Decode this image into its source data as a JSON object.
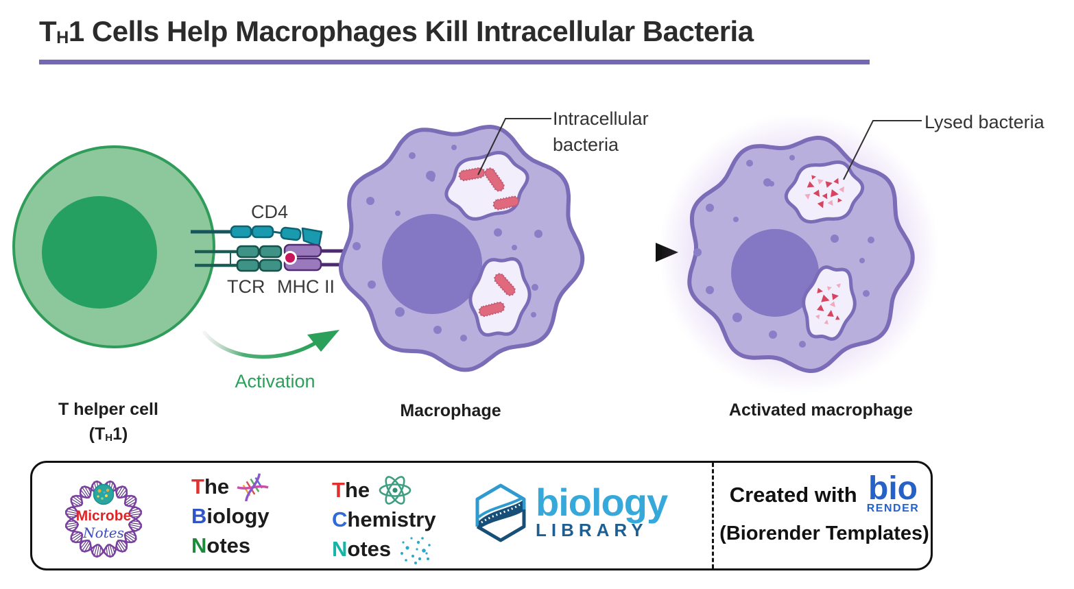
{
  "title": {
    "t": "T",
    "h": "H",
    "rest": "1 Cells Help Macrophages Kill Intracellular Bacteria"
  },
  "labels": {
    "cd4": "CD4",
    "tcr": "TCR",
    "mhc": "MHC II",
    "activation": "Activation",
    "intracellular_line1": "Intracellular",
    "intracellular_line2": "bacteria",
    "lysed": "Lysed bacteria",
    "t_helper": "T helper cell",
    "th_open": "(T",
    "th_sub": "H",
    "th_close": "1)",
    "macrophage": "Macrophage",
    "activated_macrophage": "Activated macrophage"
  },
  "footer": {
    "microbe": {
      "title": "Microbe",
      "subtitle": "Notes"
    },
    "biology_notes": {
      "t": "T",
      "he": "he",
      "b": "B",
      "iology": "iology",
      "n": "N",
      "otes": "otes"
    },
    "chemistry_notes": {
      "t": "T",
      "he": "he",
      "c": "C",
      "hemistry": "hemistry",
      "n": "N",
      "otes": "otes"
    },
    "library": {
      "name": "biology",
      "caption": "LIBRARY"
    },
    "biorender": {
      "created_with": "Created with",
      "bio": "bio",
      "render": "RENDER",
      "note": "(Biorender Templates)"
    }
  },
  "colors": {
    "title_underline": "#7468b4",
    "tcell_fill": "#8cc89b",
    "tcell_border": "#2f9c59",
    "tcell_nucleus": "#26a061",
    "macrophage_fill": "#b8afdd",
    "macrophage_border": "#7b6cb7",
    "macrophage_nucleus": "#8478c4",
    "vesicle_fill": "#f2eefb",
    "bacteria_red": "#e0697e",
    "lysed_red": "#d6455f",
    "activation_green": "#2ca05a",
    "cd4_teal": "#1a9aae",
    "tcr_teal": "#3f9286",
    "mhc_purple": "#9b79bd",
    "peptide_red": "#c7175a"
  }
}
